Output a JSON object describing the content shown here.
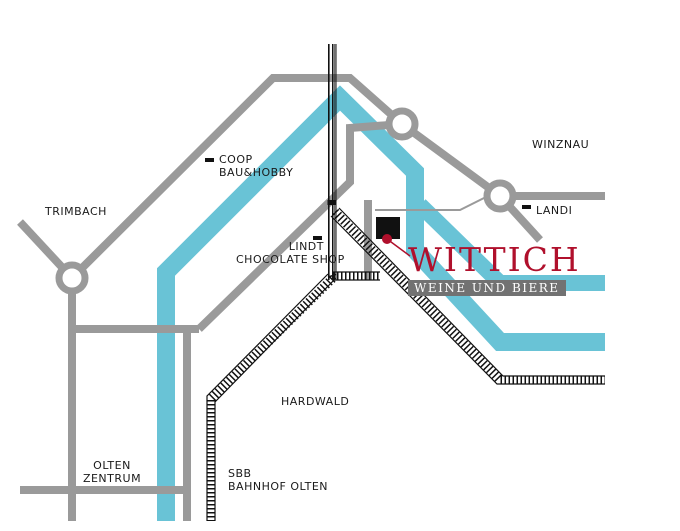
{
  "colors": {
    "river": "#69c3d6",
    "road": "#9a9a9a",
    "rail": "#111111",
    "brand": "#b0102c",
    "tag_bg": "#727272",
    "building": "#111111"
  },
  "places": {
    "trimbach": "TRIMBACH",
    "winznau": "WINZNAU",
    "hardwald": "HARDWALD",
    "olten_zentrum_1": "OLTEN",
    "olten_zentrum_2": "ZENTRUM",
    "sbb_1": "SBB",
    "sbb_2": "BAHNHOF OLTEN"
  },
  "pois": {
    "coop_1": "COOP",
    "coop_2": "BAU&HOBBY",
    "lindt_1": "LINDT",
    "lindt_2": "CHOCOLATE SHOP",
    "landi": "LANDI"
  },
  "brand": {
    "name": "WITTICH",
    "tagline": "WEINE UND BIERE"
  }
}
